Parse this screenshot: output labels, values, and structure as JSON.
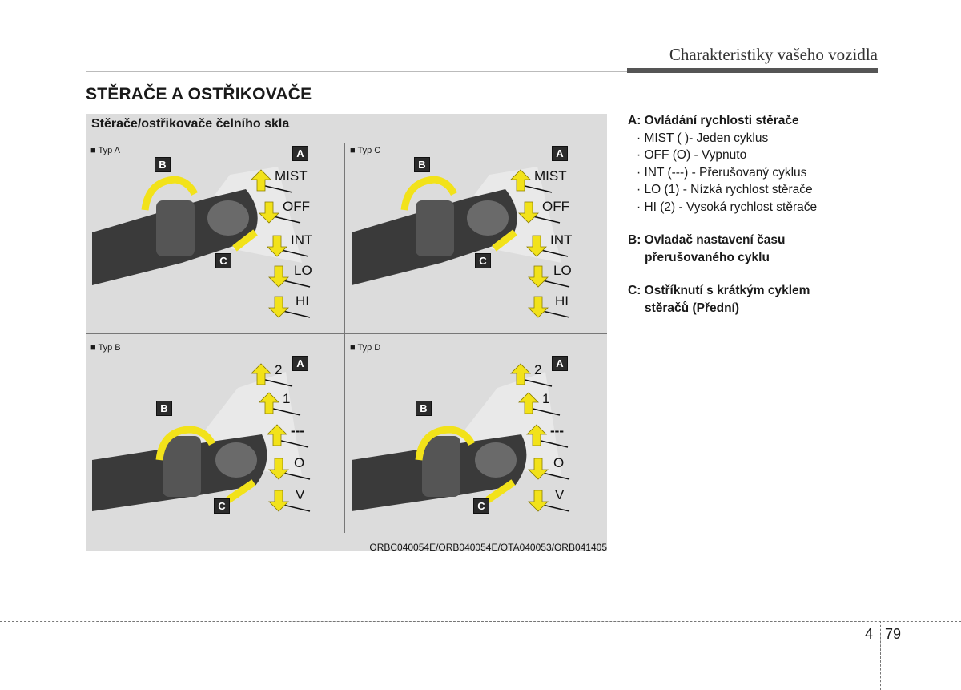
{
  "header": {
    "running_title": "Charakteristiky vašeho vozidla"
  },
  "section": {
    "title": "STĚRAČE A OSTŘIKOVAČE"
  },
  "figure": {
    "title": "Stěrače/ostřikovače čelního skla",
    "caption": "ORBC040054E/ORB040054E/OTA040053/ORB041405",
    "panels": [
      {
        "label": "■ Typ A",
        "positions": [
          "MIST",
          "OFF",
          "INT",
          "LO",
          "HI"
        ]
      },
      {
        "label": "■ Typ C",
        "positions": [
          "MIST",
          "OFF",
          "INT",
          "LO",
          "HI"
        ]
      },
      {
        "label": "■ Typ B",
        "positions": [
          "2",
          "1",
          "---",
          "O",
          "V"
        ]
      },
      {
        "label": "■ Typ D",
        "positions": [
          "2",
          "1",
          "---",
          "O",
          "V"
        ]
      }
    ],
    "tags": {
      "a": "A",
      "b": "B",
      "c": "C"
    },
    "colors": {
      "arrow": "#f2e21a",
      "lever": "#3a3a3a",
      "background": "#dcdcdc"
    }
  },
  "legend": {
    "a_heading": "A: Ovládání rychlosti stěrače",
    "a_items": [
      "· MIST (   )- Jeden cyklus",
      "· OFF (O) - Vypnuto",
      "· INT (---) - Přerušovaný cyklus",
      "· LO (1) - Nízká rychlost stěrače",
      "· HI (2) - Vysoká rychlost stěrače"
    ],
    "b_heading_line1": "B: Ovladač nastavení času",
    "b_heading_line2": "přerušovaného cyklu",
    "c_heading_line1": "C: Ostříknutí s krátkým cyklem",
    "c_heading_line2": "stěračů (Přední)"
  },
  "footer": {
    "chapter": "4",
    "page": "79"
  }
}
